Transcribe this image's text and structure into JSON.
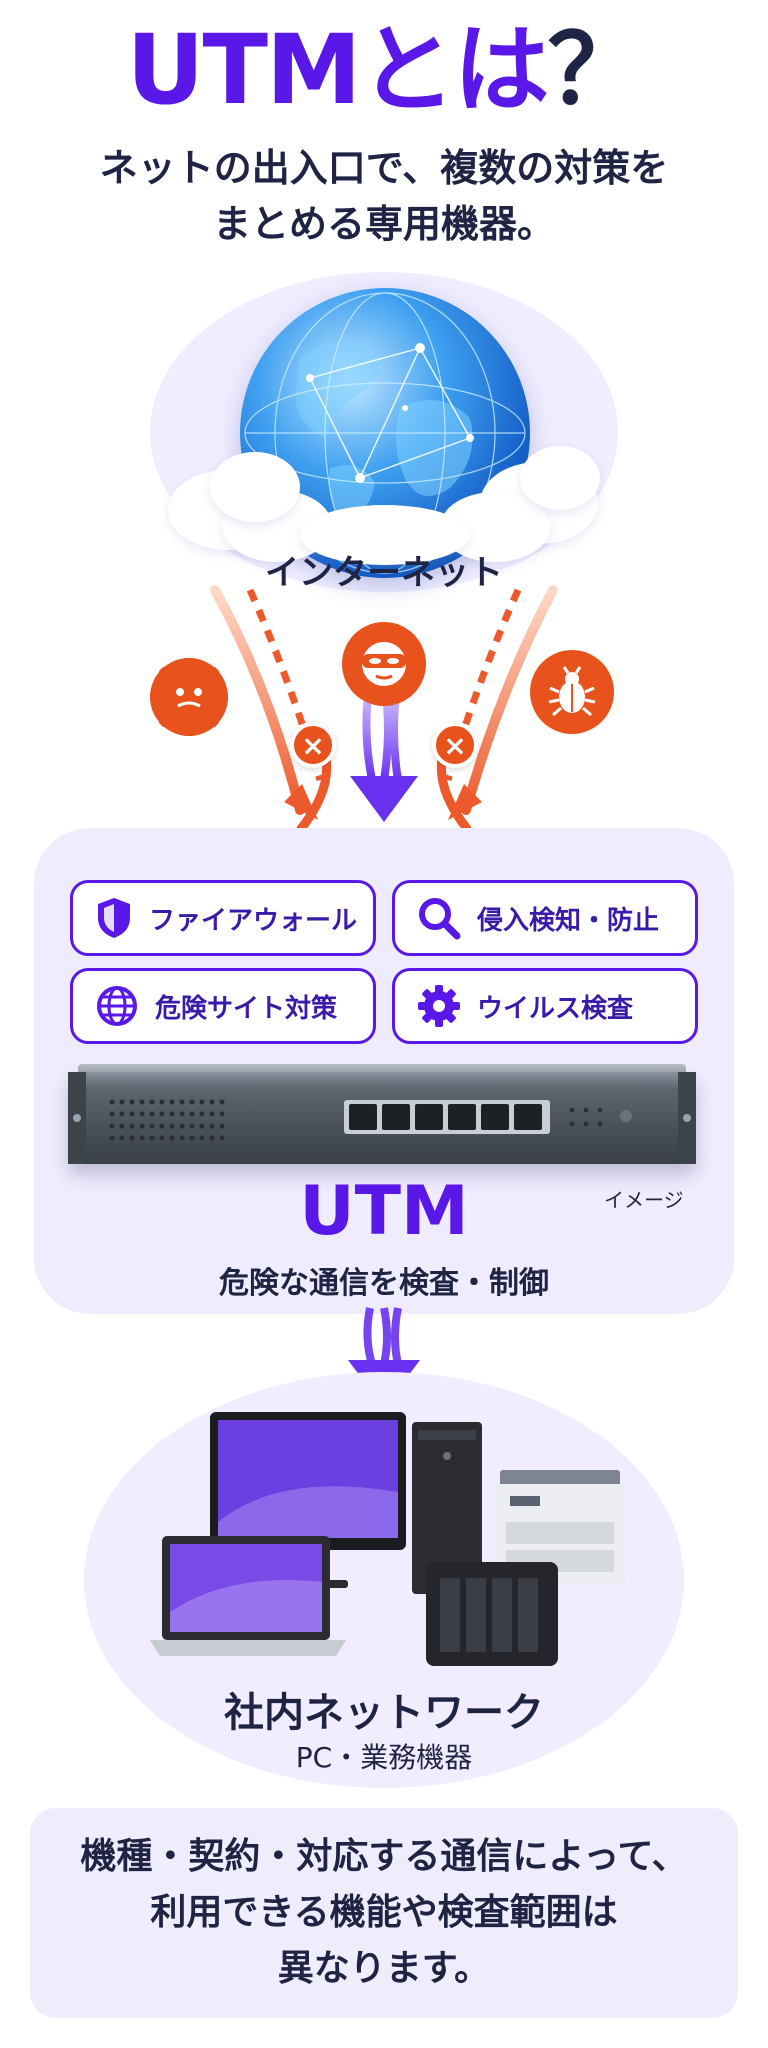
{
  "header": {
    "title_main": "UTMとは",
    "title_q": "？",
    "subtitle_line1": "ネットの出入口で、複数の対策を",
    "subtitle_line2": "まとめる専用機器。"
  },
  "internet": {
    "label": "インターネット",
    "icon": "globe-with-clouds"
  },
  "threats": [
    {
      "icon": "virus-icon"
    },
    {
      "icon": "masked-intruder-icon"
    },
    {
      "icon": "bug-icon"
    }
  ],
  "blocks": [
    {
      "symbol": "×"
    },
    {
      "symbol": "×"
    }
  ],
  "utm": {
    "features": [
      {
        "label": "ファイアウォール",
        "icon": "shield-icon"
      },
      {
        "label": "侵入検知・防止",
        "icon": "magnifier-icon"
      },
      {
        "label": "危険サイト対策",
        "icon": "globe-icon"
      },
      {
        "label": "ウイルス検査",
        "icon": "gear-icon"
      }
    ],
    "image_caption": "イメージ",
    "label": "UTM",
    "description": "危険な通信を検査・制御"
  },
  "network": {
    "label": "社内ネットワーク",
    "sub": "PC・業務機器",
    "devices": [
      "monitor",
      "laptop",
      "tower-pc",
      "printer",
      "nas"
    ]
  },
  "note": {
    "line1": "機種・契約・対応する通信によって、",
    "line2": "利用できる機能や検査範囲は",
    "line3": "異なります。"
  },
  "colors": {
    "brand_purple": "#5a18e8",
    "threat_orange": "#e8521c",
    "text_navy": "#1f2344",
    "panel_lavender": "#f0ecff"
  }
}
